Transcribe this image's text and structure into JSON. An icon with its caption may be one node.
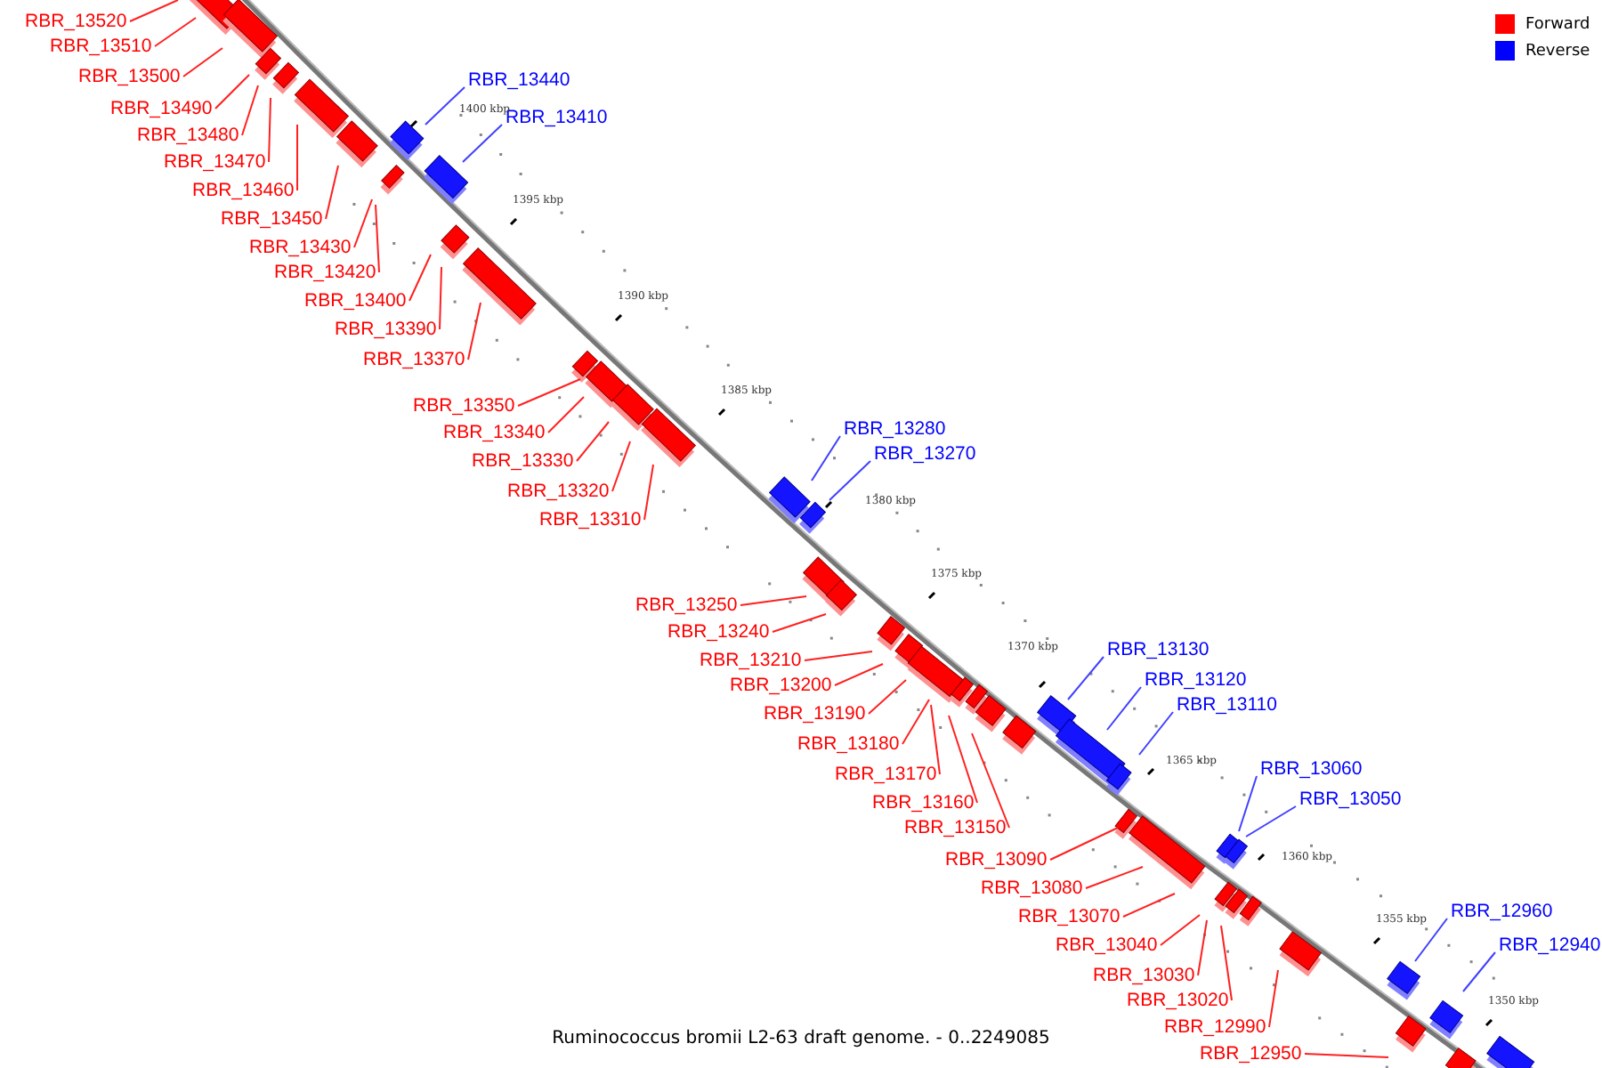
{
  "diagram": {
    "caption": "Ruminococcus bromii L2-63 draft genome. - 0..2249085",
    "nodes": [
      {
        "text": [
          "RBR_13520"
        ]
      },
      {
        "text": [
          "RBR_13510"
        ]
      },
      {
        "text": [
          "RBR_13500"
        ]
      },
      {
        "text": [
          "RBR_13440"
        ]
      },
      {
        "text": [
          "RBR_13490"
        ]
      },
      {
        "text": [
          "RBR_13410"
        ]
      },
      {
        "text": [
          "RBR_13480"
        ]
      },
      {
        "text": [
          "RBR_13470"
        ]
      },
      {
        "text": [
          "RBR_13460"
        ]
      },
      {
        "text": [
          "RBR_13450"
        ]
      },
      {
        "text": [
          "RBR_13430"
        ]
      },
      {
        "text": [
          "RBR_13420"
        ]
      },
      {
        "text": [
          "RBR_13400"
        ]
      },
      {
        "text": [
          "RBR_13390"
        ]
      },
      {
        "text": [
          "RBR_13370"
        ]
      },
      {
        "text": [
          "RBR_13350"
        ]
      },
      {
        "text": [
          "RBR_13280"
        ]
      },
      {
        "text": [
          "RBR_13340"
        ]
      },
      {
        "text": [
          "RBR_13270"
        ]
      },
      {
        "text": [
          "RBR_13330"
        ]
      },
      {
        "text": [
          "RBR_13320"
        ]
      },
      {
        "text": [
          "RBR_13310"
        ]
      },
      {
        "text": [
          "RBR_13250"
        ]
      },
      {
        "text": [
          "RBR_13240"
        ]
      },
      {
        "text": [
          "RBR_13130"
        ]
      },
      {
        "text": [
          "RBR_13210"
        ]
      },
      {
        "text": [
          "RBR_13120"
        ]
      },
      {
        "text": [
          "RBR_13200"
        ]
      },
      {
        "text": [
          "RBR_13110"
        ]
      },
      {
        "text": [
          "RBR_13190"
        ]
      },
      {
        "text": [
          "RBR_13180"
        ]
      },
      {
        "text": [
          "RBR_13060"
        ]
      },
      {
        "text": [
          "RBR_13170"
        ]
      },
      {
        "text": [
          "RBR_13050"
        ]
      },
      {
        "text": [
          "RBR_13160"
        ]
      },
      {
        "text": [
          "RBR_13150"
        ]
      },
      {
        "text": [
          "RBR_13090"
        ]
      },
      {
        "text": [
          "RBR_13080"
        ]
      },
      {
        "text": [
          "RBR_12960"
        ]
      },
      {
        "text": [
          "RBR_13070"
        ]
      },
      {
        "text": [
          "RBR_13040"
        ]
      },
      {
        "text": [
          "RBR_12940"
        ]
      },
      {
        "text": [
          "RBR_13030"
        ]
      },
      {
        "text": [
          "RBR_13020"
        ]
      },
      {
        "text": [
          "RBR_12990"
        ]
      },
      {
        "text": [
          "RBR_12950"
        ]
      }
    ],
    "edges": [
      {
        "from": 0,
        "to": null,
        "arrow": "none"
      },
      {
        "from": 1,
        "to": null,
        "arrow": "none"
      },
      {
        "from": 2,
        "to": null,
        "arrow": "none"
      },
      {
        "from": 3,
        "to": null,
        "arrow": "none",
        "color": "#4040ff"
      },
      {
        "from": 4,
        "to": null,
        "arrow": "none"
      },
      {
        "from": 5,
        "to": null,
        "arrow": "none",
        "color": "#4040ff"
      },
      {
        "from": 6,
        "to": null,
        "arrow": "none"
      },
      {
        "from": 7,
        "to": null,
        "arrow": "none"
      },
      {
        "from": 8,
        "to": null,
        "arrow": "none"
      },
      {
        "from": 9,
        "to": null,
        "arrow": "none"
      },
      {
        "from": 10,
        "to": null,
        "arrow": "none"
      },
      {
        "from": 11,
        "to": null,
        "arrow": "none"
      },
      {
        "from": 12,
        "to": null,
        "arrow": "none"
      },
      {
        "from": 13,
        "to": null,
        "arrow": "none"
      },
      {
        "from": 14,
        "to": null,
        "arrow": "none"
      },
      {
        "from": 15,
        "to": null,
        "arrow": "none"
      },
      {
        "from": 16,
        "to": null,
        "arrow": "none",
        "color": "#4040ff"
      },
      {
        "from": 17,
        "to": null,
        "arrow": "none"
      },
      {
        "from": 18,
        "to": null,
        "arrow": "none",
        "color": "#4040ff"
      },
      {
        "from": 19,
        "to": null,
        "arrow": "none"
      },
      {
        "from": 20,
        "to": null,
        "arrow": "none"
      },
      {
        "from": 21,
        "to": null,
        "arrow": "none"
      },
      {
        "from": 22,
        "to": null,
        "arrow": "none"
      },
      {
        "from": 23,
        "to": null,
        "arrow": "none"
      },
      {
        "from": 24,
        "to": null,
        "arrow": "none",
        "color": "#4040ff"
      },
      {
        "from": 25,
        "to": null,
        "arrow": "none"
      },
      {
        "from": 26,
        "to": null,
        "arrow": "none",
        "color": "#4040ff"
      },
      {
        "from": 27,
        "to": null,
        "arrow": "none"
      },
      {
        "from": 28,
        "to": null,
        "arrow": "none",
        "color": "#4040ff"
      },
      {
        "from": 29,
        "to": null,
        "arrow": "none"
      },
      {
        "from": 30,
        "to": null,
        "arrow": "none"
      },
      {
        "from": 31,
        "to": null,
        "arrow": "none",
        "color": "#4040ff"
      },
      {
        "from": 32,
        "to": null,
        "arrow": "none"
      },
      {
        "from": 33,
        "to": null,
        "arrow": "none",
        "color": "#4040ff"
      },
      {
        "from": 34,
        "to": null,
        "arrow": "none"
      },
      {
        "from": 35,
        "to": null,
        "arrow": "none"
      },
      {
        "from": 36,
        "to": null,
        "arrow": "none"
      },
      {
        "from": 37,
        "to": null,
        "arrow": "none"
      },
      {
        "from": 38,
        "to": null,
        "arrow": "none",
        "color": "#4040ff"
      },
      {
        "from": 39,
        "to": null,
        "arrow": "none"
      },
      {
        "from": 40,
        "to": null,
        "arrow": "none"
      },
      {
        "from": 41,
        "to": null,
        "arrow": "none",
        "color": "#4040ff"
      },
      {
        "from": 42,
        "to": null,
        "arrow": "none"
      },
      {
        "from": 43,
        "to": null,
        "arrow": "none"
      },
      {
        "from": 44,
        "to": null,
        "arrow": "none"
      },
      {
        "from": 45,
        "to": null,
        "arrow": "none"
      }
    ],
    "labels": [
      "1400 kbp",
      "1395 kbp",
      "1390 kbp",
      "1385 kbp",
      "1380 kbp",
      "1375 kbp",
      "1370 kbp",
      "1365 kbp",
      "1360 kbp",
      "1355 kbp",
      "1350 kbp"
    ],
    "legend": [
      {
        "text": "Forward",
        "color": "#ff0000"
      },
      {
        "text": "Reverse",
        "color": "#0000ff"
      }
    ]
  }
}
